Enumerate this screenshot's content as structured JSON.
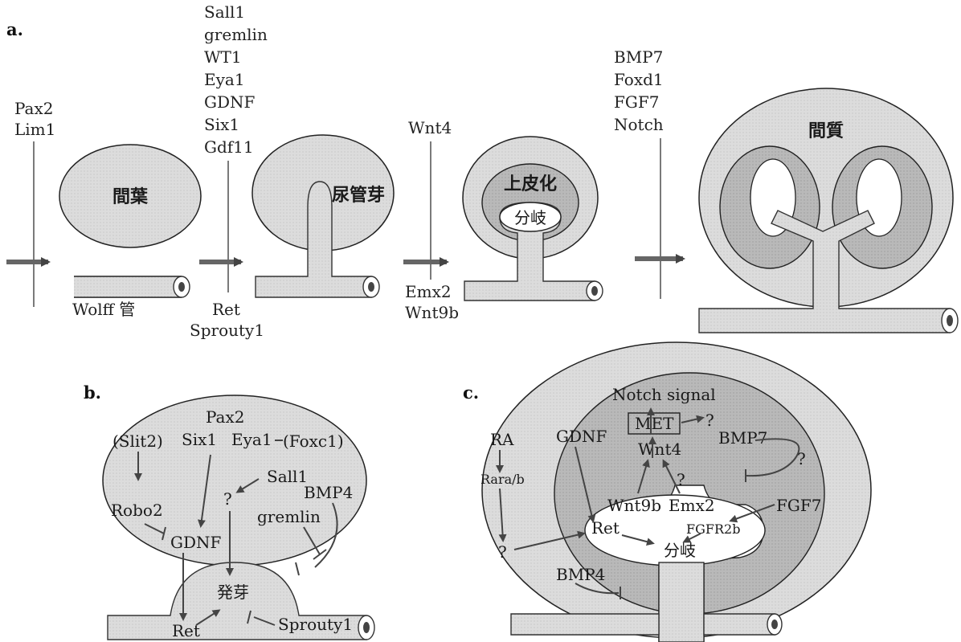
{
  "panel_a": {
    "label": "a.",
    "stage1_top": [
      "Pax2",
      "Lim1"
    ],
    "stage2_top": [
      "Sall1",
      "gremlin",
      "WT1",
      "Eya1",
      "GDNF",
      "Six1",
      "Gdf11"
    ],
    "stage2_bottom": [
      "Ret",
      "Sprouty1"
    ],
    "stage3_top": [
      "Wnt4"
    ],
    "stage3_bottom": [
      "Emx2",
      "Wnt9b"
    ],
    "stage4_top": [
      "BMP7",
      "Foxd1",
      "FGF7",
      "Notch"
    ],
    "mesenchyme": "間葉",
    "wolff_duct": "Wolff 管",
    "ureteric_bud": "尿管芽",
    "epithelialization": "上皮化",
    "branching": "分岐",
    "stroma": "間質"
  },
  "panel_b": {
    "label": "b.",
    "slit2": "(Slit2)",
    "robo2": "Robo2",
    "pax2": "Pax2",
    "six1": "Six1",
    "eya1": "Eya1",
    "foxc1": "(Foxc1)",
    "sall1": "Sall1",
    "question": "?",
    "bmp4": "BMP4",
    "gremlin": "gremlin",
    "gdnf": "GDNF",
    "budding": "発芽",
    "ret": "Ret",
    "sprouty1": "Sprouty1"
  },
  "panel_c": {
    "label": "c.",
    "notch_signal": "Notch signal",
    "met": "MET",
    "q1": "?",
    "ra": "RA",
    "gdnf": "GDNF",
    "wnt4": "Wnt4",
    "bmp7": "BMP7",
    "q2": "?",
    "rara": "Rara/b",
    "q3": "?",
    "wnt9b": "Wnt9b",
    "emx2": "Emx2",
    "fgf7": "FGF7",
    "ret": "Ret",
    "fgfr2b": "FGFR2b",
    "q4": "?",
    "branching": "分岐",
    "bmp4": "BMP4"
  }
}
